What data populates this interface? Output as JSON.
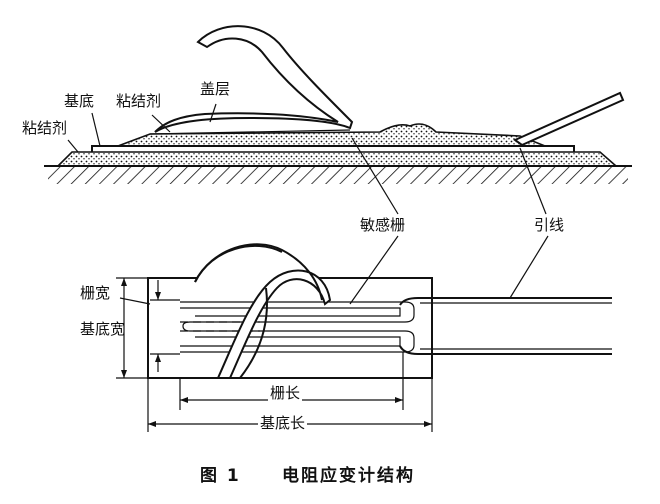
{
  "labels": {
    "cover": "盖层",
    "substrate_top": "基底",
    "adhesive_top": "粘结剂",
    "adhesive_left": "粘结剂",
    "sensitive_grid": "敏感栅",
    "lead_wire": "引线",
    "grid_width": "栅宽",
    "substrate_width": "基底宽",
    "grid_length": "栅长",
    "substrate_length": "基底长"
  },
  "caption": {
    "number": "图 1",
    "title": "电阻应变计结构"
  },
  "colors": {
    "ink": "#111111",
    "paper": "#ffffff"
  }
}
